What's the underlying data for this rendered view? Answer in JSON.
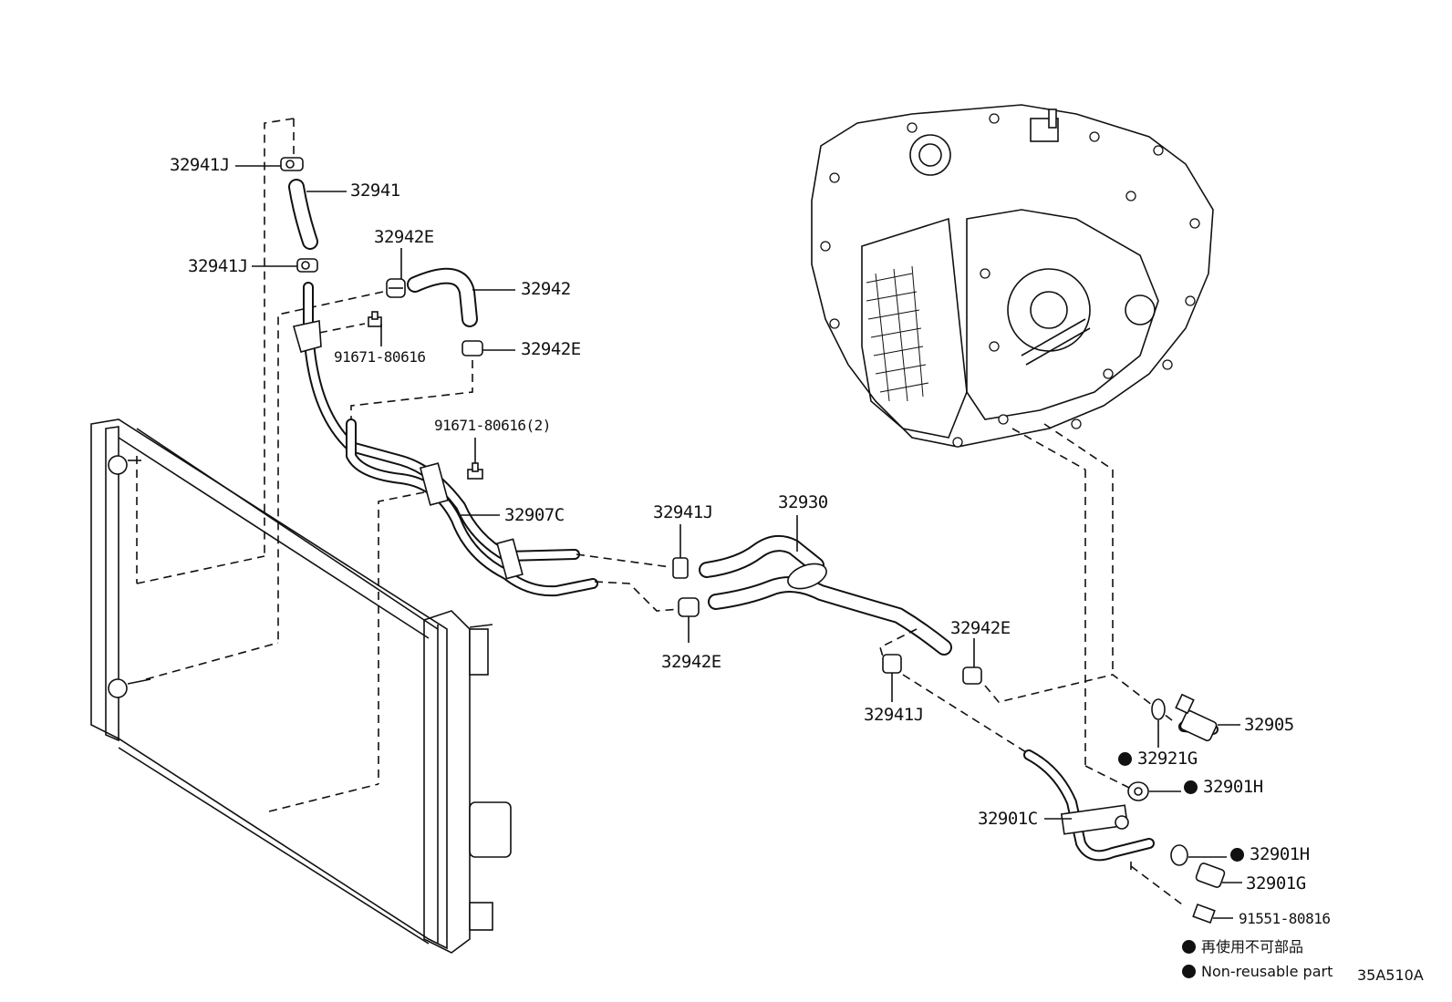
{
  "labels": {
    "p32941J_top": "32941J",
    "p32941": "32941",
    "p32942E_top": "32942E",
    "p32941J_mid": "32941J",
    "p32942": "32942",
    "p91671_a": "91671-80616",
    "p32942E_mid": "32942E",
    "p91671_b": "91671-80616(2)",
    "p32907C": "32907C",
    "p32941J_c": "32941J",
    "p32930": "32930",
    "p32942E_c": "32942E",
    "p32942E_r": "32942E",
    "p32941J_r": "32941J",
    "p32905": "32905",
    "p32921G": "32921G",
    "p32901H_a": "32901H",
    "p32901C": "32901C",
    "p32901H_b": "32901H",
    "p32901G": "32901G",
    "p91551": "91551-80816"
  },
  "legend": {
    "item1": "再使用不可部品",
    "item2": "Non-reusable part"
  },
  "diagram_code": "35A510A"
}
